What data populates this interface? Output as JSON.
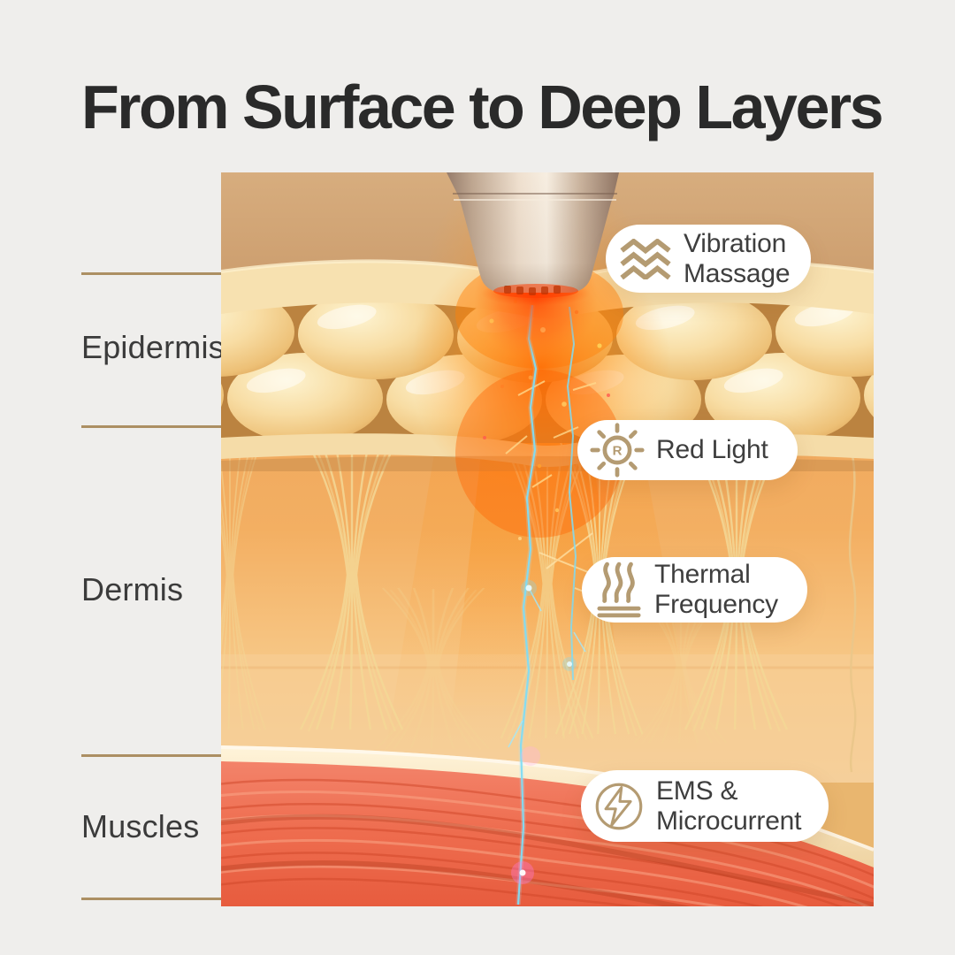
{
  "title": "From Surface to Deep Layers",
  "layers": [
    {
      "label": "Epidermis"
    },
    {
      "label": "Dermis"
    },
    {
      "label": "Muscles"
    }
  ],
  "features": [
    {
      "name": "vibration-massage",
      "icon": "vibration-waves-icon",
      "lines": [
        "Vibration",
        "Massage"
      ]
    },
    {
      "name": "red-light",
      "icon": "red-light-sun-icon",
      "icon_letter": "R",
      "lines": [
        "Red Light"
      ]
    },
    {
      "name": "thermal-frequency",
      "icon": "thermal-steam-icon",
      "lines": [
        "Thermal",
        "Frequency"
      ]
    },
    {
      "name": "ems-microcurrent",
      "icon": "ems-bolt-icon",
      "lines": [
        "EMS &",
        "Microcurrent"
      ]
    }
  ],
  "colors": {
    "background": "#efeeec",
    "title_text": "#2a2a2a",
    "label_text": "#3b3b3b",
    "divider_line": "#ac8f63",
    "pill_background": "#ffffff",
    "pill_text": "#3e3e3e",
    "icon_gold": "#b49b72",
    "glow_orange": "#ff8c10",
    "muscle_red": "#ee6c4e",
    "cell_cream": "#f8dda4",
    "electric_cyan": "#7fdcf4",
    "device_metal": "#efe0cf"
  }
}
